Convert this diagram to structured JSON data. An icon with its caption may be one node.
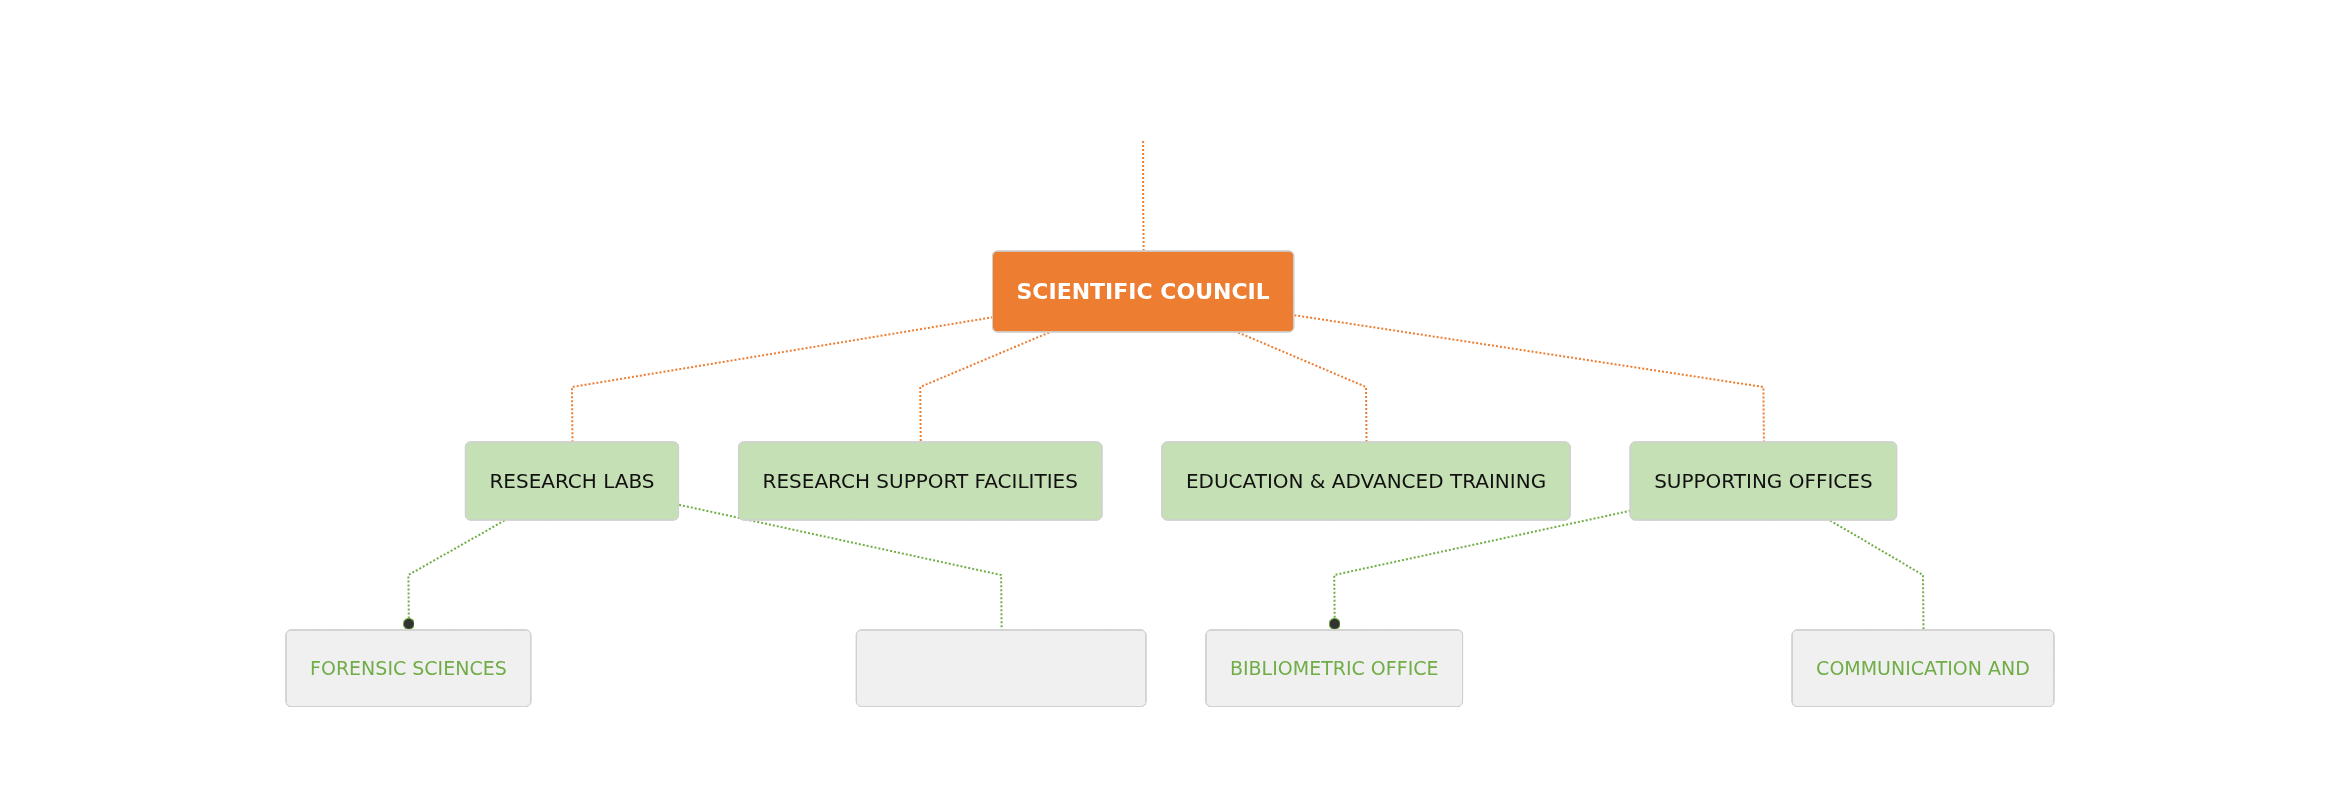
{
  "diagram": {
    "nodes": [
      {
        "text": [
          "SCIENTIFIC COUNCIL"
        ]
      },
      {
        "text": [
          "RESEARCH LABS"
        ]
      },
      {
        "text": [
          "RESEARCH SUPPORT FACILITIES"
        ]
      },
      {
        "text": [
          "EDUCATION & ADVANCED TRAINING"
        ]
      },
      {
        "text": [
          "SUPPORTING OFFICES"
        ]
      },
      {
        "text": [
          "FORENSIC SCIENCES"
        ]
      },
      {
        "text": [],
        "shape": "box"
      },
      {
        "text": [
          "BIBLIOMETRIC OFFICE"
        ]
      },
      {
        "text": [
          "COMMUNICATION AND"
        ]
      }
    ],
    "edges": [
      {
        "from": null,
        "to": 0,
        "arrow": "none",
        "style": "dashed",
        "color": "#ed7d31"
      },
      {
        "from": 0,
        "to": 1,
        "arrow": "none",
        "style": "dashed",
        "color": "#ed7d31"
      },
      {
        "from": 0,
        "to": 2,
        "arrow": "none",
        "style": "dashed",
        "color": "#ed7d31"
      },
      {
        "from": 0,
        "to": 3,
        "arrow": "none",
        "style": "dashed",
        "color": "#ed7d31"
      },
      {
        "from": 0,
        "to": 4,
        "arrow": "none",
        "style": "dashed",
        "color": "#ed7d31"
      },
      {
        "from": 1,
        "to": 5,
        "arrow": "other",
        "style": "dashed",
        "color": "#70ad47"
      },
      {
        "from": 1,
        "to": 6,
        "arrow": "none",
        "style": "dashed",
        "color": "#70ad47"
      },
      {
        "from": 4,
        "to": 7,
        "arrow": "other",
        "style": "dashed",
        "color": "#70ad47"
      },
      {
        "from": 4,
        "to": 8,
        "arrow": "none",
        "style": "dashed",
        "color": "#70ad47"
      }
    ]
  }
}
